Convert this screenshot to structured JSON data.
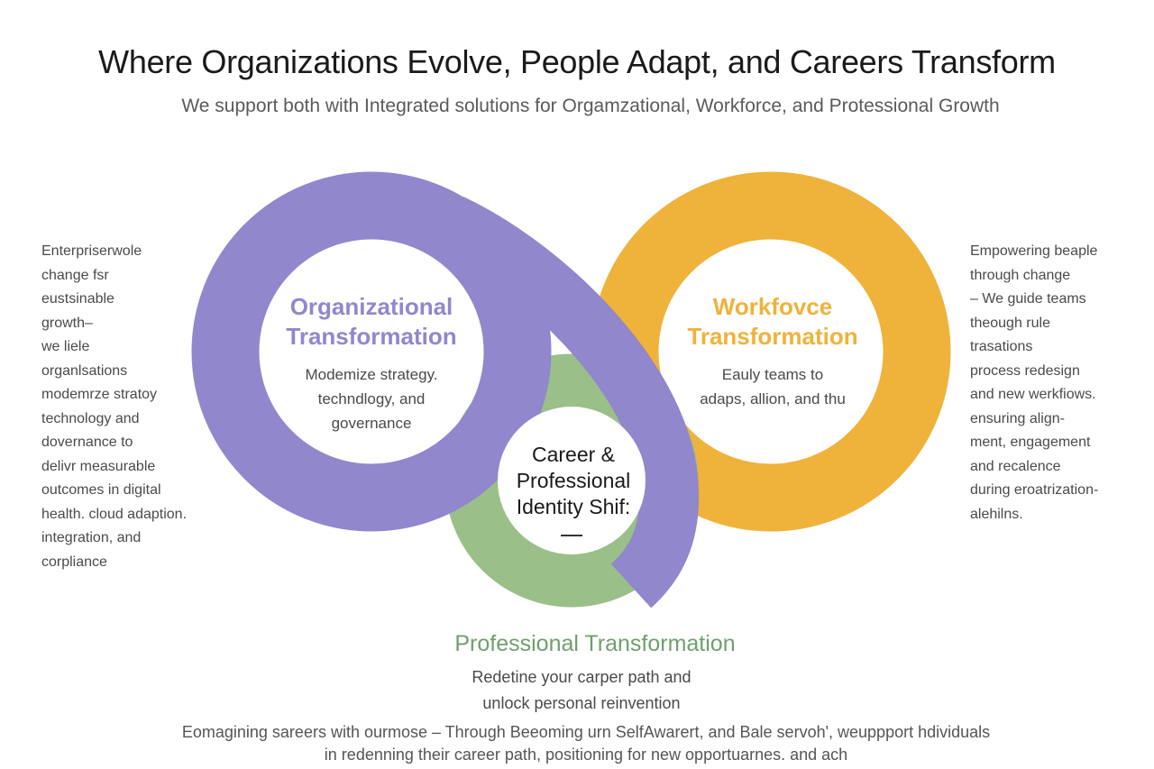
{
  "header": {
    "title": "Where Organizations Evolve, People Adapt, and Careers Transform",
    "subtitle": "We support both with Integrated solutions for Orgamzational, Workforce, and Protessional Growth"
  },
  "left_panel": {
    "text": "Enterpriserwole\nchange fsr\neustsinable\ngrowth–\nwe liele\norganlsations\nmodemrze stratoy\ntechnology and\ndovernance to\ndelivr measurable\noutcomes in digital\nhealth. cloud adaption.\nintegration, and\ncorpliance"
  },
  "right_panel": {
    "text": "Empowering beaple\nthrough change\n– We guide teams\ntheough rule\ntrasations\nprocess redesign\nand new werkfiows.\nensuring align-\nment, engagement\nand recalence\nduring eroatrization-\nalehilns."
  },
  "organizational": {
    "title": "Organizational\nTransformation",
    "desc": "Modemize strategy.\ntechndlogy, and\ngovernance"
  },
  "workforce": {
    "title": "Workfovce\nTransformation",
    "desc": "Eauly teams to\nadaps, allion, and thu"
  },
  "career": {
    "title": "Career &\nProfessional\nIdentity Shif:"
  },
  "professional": {
    "title": "Professional Transformation",
    "desc": "Redetine your carper path and\nunlock personal reinvention"
  },
  "footer": {
    "text": "Eomagining sareers with ourmose –  Through Beeoming urn  SelfAwarert, and Bale servoh', weuppport hdividuals\nin redenning their career path, positioning for new opportuarnes. and ach"
  },
  "colors": {
    "organizational": "#9187cc",
    "workforce": "#efb23b",
    "professional": "#9bbf88"
  }
}
